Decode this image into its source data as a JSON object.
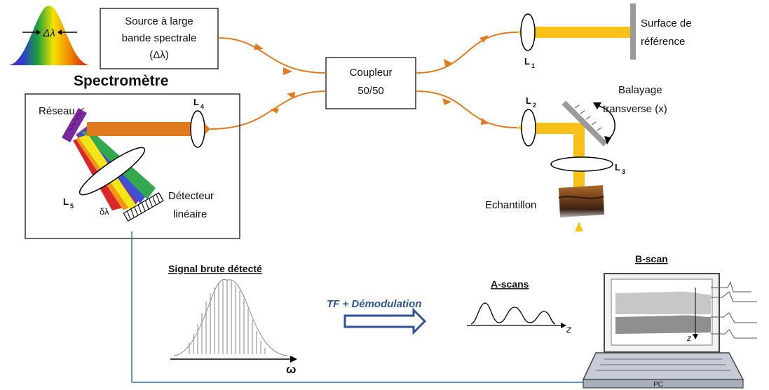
{
  "spectrum": {
    "delta_label": "Δλ"
  },
  "source": {
    "lines": [
      "Source à large",
      "bande spectrale",
      "(Δλ)"
    ]
  },
  "coupler": {
    "lines": [
      "Coupleur",
      "50/50"
    ]
  },
  "spectrometer": {
    "title": "Spectromètre",
    "grating": "Réseau",
    "detector_lines": [
      "Détecteur",
      "linéaire"
    ],
    "dl": "δλ"
  },
  "reference": {
    "lines": [
      "Surface de",
      "référence"
    ]
  },
  "scan": {
    "lines": [
      "Balayage",
      "transverse (x)"
    ]
  },
  "sample": {
    "label": "Echantillon"
  },
  "lenses": {
    "L1": {
      "main": "L",
      "sub": "1"
    },
    "L2": {
      "main": "L",
      "sub": "2"
    },
    "L3": {
      "main": "L",
      "sub": "3"
    },
    "L4": {
      "main": "L",
      "sub": "4"
    },
    "L5": {
      "main": "L",
      "sub": "5"
    }
  },
  "signal": {
    "title": "Signal  brute détecté",
    "axis": "ω"
  },
  "processing": {
    "label": "TF + Démodulation"
  },
  "ascans": {
    "title": "A-scans",
    "axis": "z"
  },
  "bscan": {
    "title": "B-scan",
    "axis": "z",
    "pc": "PC"
  },
  "colors": {
    "orange_fiber": "#E07A1F",
    "yellow_beam": "#F7C11A",
    "cable": "#2E75B6",
    "arrow": "#2F5597"
  }
}
